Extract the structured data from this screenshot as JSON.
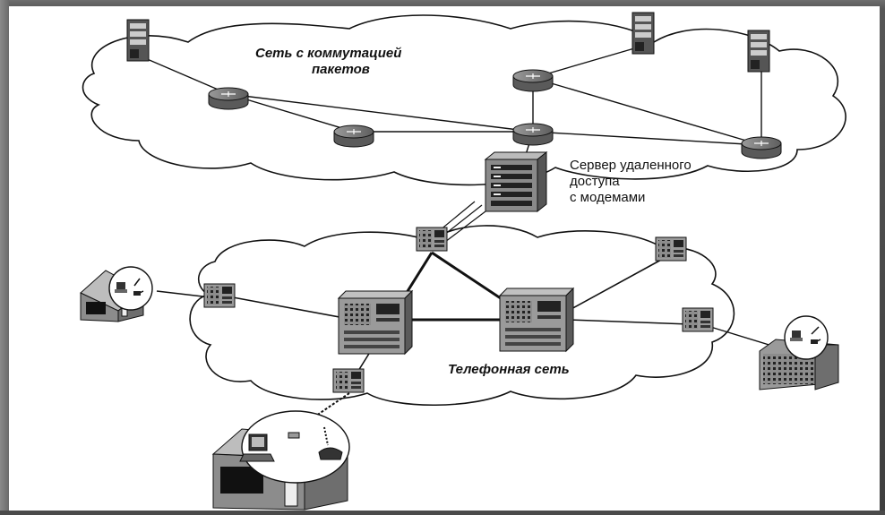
{
  "diagram": {
    "packet_network_label_line1": "Сеть с коммутацией",
    "packet_network_label_line2": "пакетов",
    "remote_access_server_label_line1": "Сервер удаленного",
    "remote_access_server_label_line2": "доступа",
    "remote_access_server_label_line3": "с модемами",
    "telephone_network_label": "Телефонная сеть"
  },
  "colors": {
    "background": "#ffffff",
    "line": "#111111",
    "router_fill": "#7a7a7a",
    "switch_fill": "#9a9a9a",
    "building_fill": "#8c8c8c"
  }
}
